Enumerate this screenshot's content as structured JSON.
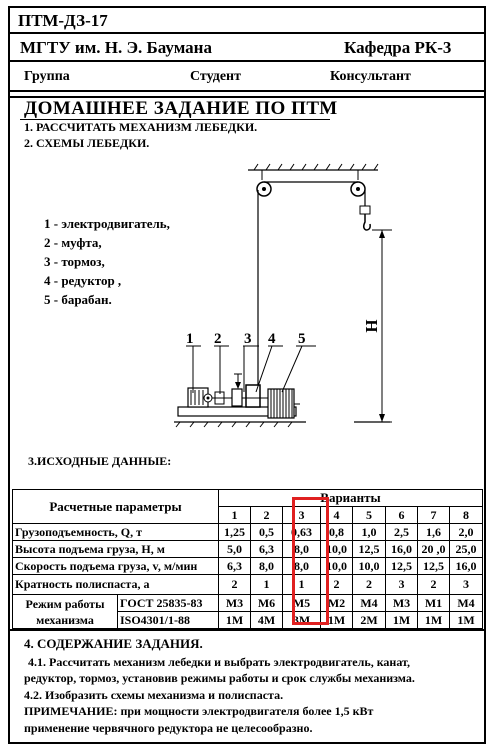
{
  "header": {
    "code": "ПТМ-ДЗ-17",
    "university": "МГТУ им. Н. Э. Баумана",
    "department": "Кафедра РК-3",
    "group_label": "Группа",
    "student_label": "Студент",
    "consultant_label": "Консультант"
  },
  "title": "ДОМАШНЕЕ ЗАДАНИЕ ПО ПТМ",
  "tasks": {
    "item1": "1. РАССЧИТАТЬ  МЕХАНИЗМ  ЛЕБЕДКИ.",
    "item2": "2. СХЕМЫ   ЛЕБЕДКИ."
  },
  "legend": [
    "1 - электродвигатель,",
    "2 - муфта,",
    "3 - тормоз,",
    "4 - редуктор ,",
    "5 - барабан."
  ],
  "diagram": {
    "callouts": [
      "1",
      "2",
      "3",
      "4",
      "5"
    ],
    "height_label": "H"
  },
  "initial_data_title": "3.ИСХОДНЫЕ ДАННЫЕ:",
  "table": {
    "params_header": "Расчетные параметры",
    "variants_header": "Варианты",
    "variant_numbers": [
      "1",
      "2",
      "3",
      "4",
      "5",
      "6",
      "7",
      "8"
    ],
    "rows": [
      {
        "label": "Грузоподъемность, Q, т",
        "values": [
          "1,25",
          "0,5",
          "0,63",
          "0,8",
          "1,0",
          "2,5",
          "1,6",
          "2,0"
        ]
      },
      {
        "label": "Высота подъема груза, H, м",
        "values": [
          "5,0",
          "6,3",
          "8,0",
          "10,0",
          "12,5",
          "16,0",
          "20 ,0",
          "25,0"
        ]
      },
      {
        "label": "Скорость подъема груза, v, м/мин",
        "values": [
          "6,3",
          "8,0",
          "8,0",
          "10,0",
          "10,0",
          "12,5",
          "12,5",
          "16,0"
        ]
      },
      {
        "label": "Кратность полиспаста, a",
        "values": [
          "2",
          "1",
          "1",
          "2",
          "2",
          "3",
          "2",
          "3"
        ]
      }
    ],
    "mode_label_line1": "Режим работы",
    "mode_label_line2": "механизма",
    "mode_rows": [
      {
        "standard": "ГОСТ 25835-83",
        "values": [
          "М3",
          "М6",
          "М5",
          "М2",
          "М4",
          "М3",
          "М1",
          "М4"
        ]
      },
      {
        "standard": "ISO4301/1-88",
        "values": [
          "1М",
          "4М",
          "3М",
          "1М",
          "2М",
          "1М",
          "1М",
          "1М"
        ]
      }
    ],
    "highlight_color": "#e02020",
    "highlighted_variant": "3"
  },
  "section4": {
    "title": "4. СОДЕРЖАНИЕ ЗАДАНИЯ.",
    "line1": "4.1. Рассчитать механизм лебедки и выбрать электродвигатель, канат,",
    "line2": "редуктор, тормоз, установив режимы работы и срок службы механизма.",
    "line3": "4.2. Изобразить схемы механизма и полиспаста.",
    "note1": "ПРИМЕЧАНИЕ: при мощности электродвигателя более 1,5 кВт",
    "note2": "применение червячного редуктора не целесообразно."
  }
}
